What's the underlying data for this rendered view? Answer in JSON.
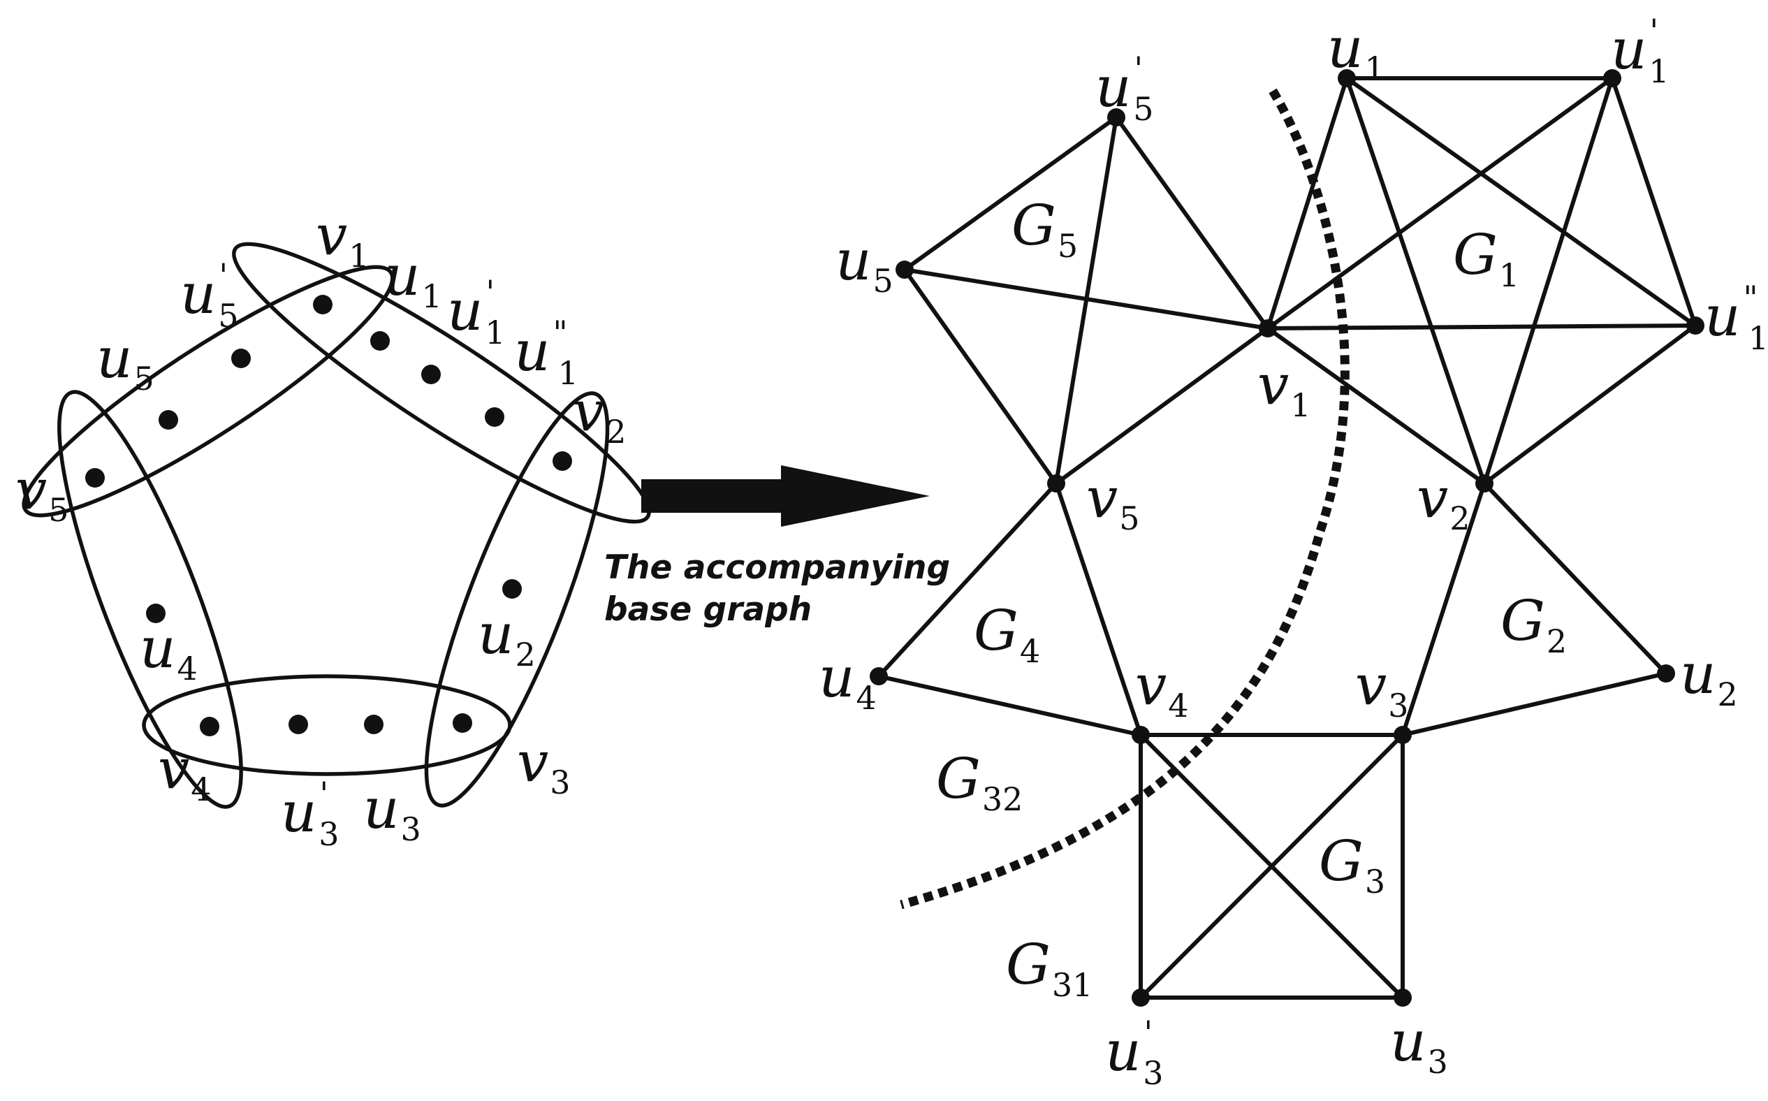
{
  "caption": [
    "The accompanying",
    "base graph"
  ],
  "hypergraph": {
    "points": [
      {
        "name": "v1"
      },
      {
        "name": "u1"
      },
      {
        "name": "u1p"
      },
      {
        "name": "u1pp"
      },
      {
        "name": "v2"
      },
      {
        "name": "u2"
      },
      {
        "name": "v3"
      },
      {
        "name": "u3"
      },
      {
        "name": "u3p"
      },
      {
        "name": "v4"
      },
      {
        "name": "u4"
      },
      {
        "name": "v5"
      },
      {
        "name": "u5"
      },
      {
        "name": "u5p"
      }
    ],
    "hyperedges": [
      [
        "v1",
        "u1",
        "u1p",
        "u1pp",
        "v2"
      ],
      [
        "v2",
        "u2",
        "v3"
      ],
      [
        "v3",
        "u3",
        "u3p",
        "v4"
      ],
      [
        "v4",
        "u4",
        "v5"
      ],
      [
        "v5",
        "u5",
        "u5p",
        "v1"
      ]
    ],
    "labels": [
      {
        "id": "v1",
        "base": "v",
        "sub": "1",
        "sup": ""
      },
      {
        "id": "u1",
        "base": "u",
        "sub": "1",
        "sup": ""
      },
      {
        "id": "u1p",
        "base": "u",
        "sub": "1",
        "sup": "'"
      },
      {
        "id": "u1pp",
        "base": "u",
        "sub": "1",
        "sup": "\""
      },
      {
        "id": "v2",
        "base": "v",
        "sub": "2",
        "sup": ""
      },
      {
        "id": "u2",
        "base": "u",
        "sub": "2",
        "sup": ""
      },
      {
        "id": "v3",
        "base": "v",
        "sub": "3",
        "sup": ""
      },
      {
        "id": "u3",
        "base": "u",
        "sub": "3",
        "sup": ""
      },
      {
        "id": "u3p",
        "base": "u",
        "sub": "3",
        "sup": "'"
      },
      {
        "id": "v4",
        "base": "v",
        "sub": "4",
        "sup": ""
      },
      {
        "id": "u4",
        "base": "u",
        "sub": "4",
        "sup": ""
      },
      {
        "id": "v5",
        "base": "v",
        "sub": "5",
        "sup": ""
      },
      {
        "id": "u5",
        "base": "u",
        "sub": "5",
        "sup": ""
      },
      {
        "id": "u5p",
        "base": "u",
        "sub": "5",
        "sup": "'"
      }
    ]
  },
  "base_graph": {
    "nodes": [
      {
        "id": "u1",
        "base": "u",
        "sub": "1",
        "sup": ""
      },
      {
        "id": "u1p",
        "base": "u",
        "sub": "1",
        "sup": "'"
      },
      {
        "id": "u1pp",
        "base": "u",
        "sub": "1",
        "sup": "\""
      },
      {
        "id": "v1",
        "base": "v",
        "sub": "1",
        "sup": ""
      },
      {
        "id": "u5p",
        "base": "u",
        "sub": "5",
        "sup": "'"
      },
      {
        "id": "u5",
        "base": "u",
        "sub": "5",
        "sup": ""
      },
      {
        "id": "v5",
        "base": "v",
        "sub": "5",
        "sup": ""
      },
      {
        "id": "v2",
        "base": "v",
        "sub": "2",
        "sup": ""
      },
      {
        "id": "u4",
        "base": "u",
        "sub": "4",
        "sup": ""
      },
      {
        "id": "v4",
        "base": "v",
        "sub": "4",
        "sup": ""
      },
      {
        "id": "v3",
        "base": "v",
        "sub": "3",
        "sup": ""
      },
      {
        "id": "u2",
        "base": "u",
        "sub": "2",
        "sup": ""
      },
      {
        "id": "u3p",
        "base": "u",
        "sub": "3",
        "sup": "'"
      },
      {
        "id": "u3",
        "base": "u",
        "sub": "3",
        "sup": ""
      }
    ],
    "edges": [
      [
        "u1",
        "u1p"
      ],
      [
        "u1",
        "v1"
      ],
      [
        "u1",
        "v2"
      ],
      [
        "u1",
        "u1pp"
      ],
      [
        "u1p",
        "v1"
      ],
      [
        "u1p",
        "v2"
      ],
      [
        "u1p",
        "u1pp"
      ],
      [
        "v1",
        "u1pp"
      ],
      [
        "v1",
        "v2"
      ],
      [
        "v2",
        "u1pp"
      ],
      [
        "u5p",
        "u5"
      ],
      [
        "u5p",
        "v1"
      ],
      [
        "u5p",
        "v5"
      ],
      [
        "u5",
        "v1"
      ],
      [
        "u5",
        "v5"
      ],
      [
        "v5",
        "v1"
      ],
      [
        "v5",
        "u4"
      ],
      [
        "v5",
        "v4"
      ],
      [
        "u4",
        "v4"
      ],
      [
        "v2",
        "v3"
      ],
      [
        "v2",
        "u2"
      ],
      [
        "v3",
        "u2"
      ],
      [
        "v4",
        "v3"
      ],
      [
        "v4",
        "u3p"
      ],
      [
        "v4",
        "u3"
      ],
      [
        "v3",
        "u3p"
      ],
      [
        "v3",
        "u3"
      ],
      [
        "u3p",
        "u3"
      ]
    ],
    "regions": [
      {
        "id": "G1",
        "base": "G",
        "sub": "1"
      },
      {
        "id": "G2",
        "base": "G",
        "sub": "2"
      },
      {
        "id": "G3",
        "base": "G",
        "sub": "3"
      },
      {
        "id": "G4",
        "base": "G",
        "sub": "4"
      },
      {
        "id": "G5",
        "base": "G",
        "sub": "5"
      },
      {
        "id": "G31",
        "base": "G",
        "sub": "31"
      },
      {
        "id": "G32",
        "base": "G",
        "sub": "32"
      }
    ]
  }
}
